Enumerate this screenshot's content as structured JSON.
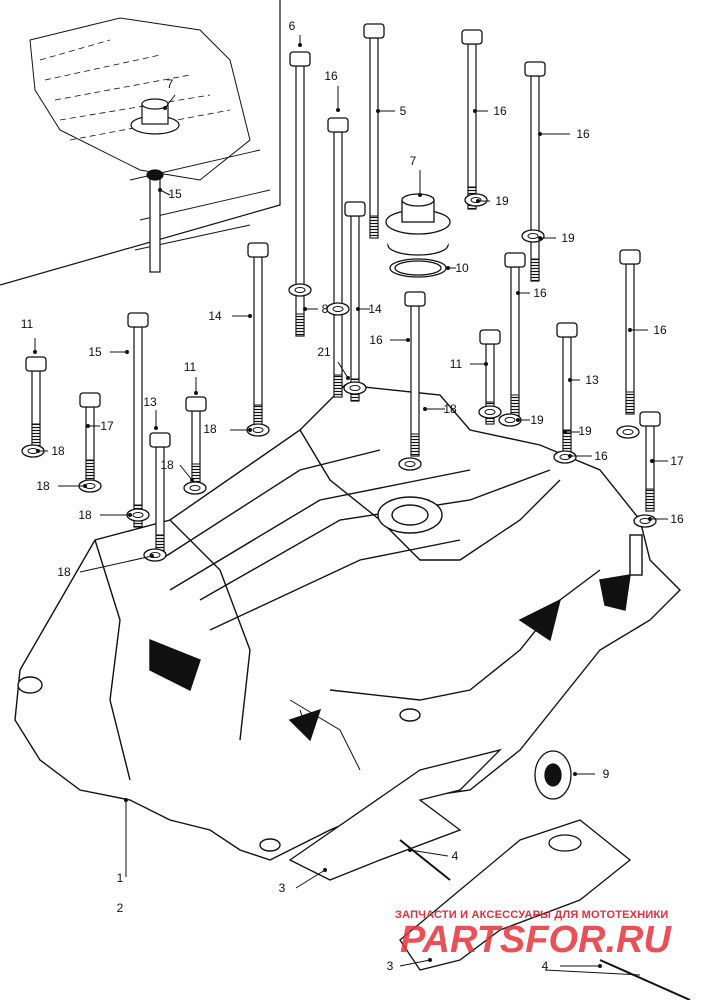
{
  "callouts": [
    {
      "id": "c6",
      "text": "6"
    },
    {
      "id": "c16a",
      "text": "16"
    },
    {
      "id": "c5",
      "text": "5"
    },
    {
      "id": "c16b",
      "text": "16"
    },
    {
      "id": "c16c",
      "text": "16"
    },
    {
      "id": "c7a",
      "text": "7"
    },
    {
      "id": "c7b",
      "text": "7"
    },
    {
      "id": "c15a",
      "text": "15"
    },
    {
      "id": "c19a",
      "text": "19"
    },
    {
      "id": "c19b",
      "text": "19"
    },
    {
      "id": "c10",
      "text": "10"
    },
    {
      "id": "c8",
      "text": "8"
    },
    {
      "id": "c14a",
      "text": "14"
    },
    {
      "id": "c14b",
      "text": "14"
    },
    {
      "id": "c16d",
      "text": "16"
    },
    {
      "id": "c16e",
      "text": "16"
    },
    {
      "id": "c16f",
      "text": "16"
    },
    {
      "id": "c11a",
      "text": "11"
    },
    {
      "id": "c15b",
      "text": "15"
    },
    {
      "id": "c11b",
      "text": "11"
    },
    {
      "id": "c21",
      "text": "21"
    },
    {
      "id": "c11c",
      "text": "11"
    },
    {
      "id": "c13a",
      "text": "13"
    },
    {
      "id": "c17a",
      "text": "17"
    },
    {
      "id": "c13b",
      "text": "13"
    },
    {
      "id": "c18a",
      "text": "18"
    },
    {
      "id": "c18b",
      "text": "18"
    },
    {
      "id": "c18c",
      "text": "18"
    },
    {
      "id": "c19c",
      "text": "19"
    },
    {
      "id": "c19d",
      "text": "19"
    },
    {
      "id": "c16g",
      "text": "16"
    },
    {
      "id": "c18d",
      "text": "18"
    },
    {
      "id": "c18e",
      "text": "18"
    },
    {
      "id": "c17b",
      "text": "17"
    },
    {
      "id": "c18f",
      "text": "18"
    },
    {
      "id": "c16h",
      "text": "16"
    },
    {
      "id": "c18g",
      "text": "18"
    },
    {
      "id": "c9",
      "text": "9"
    },
    {
      "id": "c4a",
      "text": "4"
    },
    {
      "id": "c1",
      "text": "1"
    },
    {
      "id": "c2",
      "text": "2"
    },
    {
      "id": "c3a",
      "text": "3"
    },
    {
      "id": "c3b",
      "text": "3"
    },
    {
      "id": "c4b",
      "text": "4"
    }
  ],
  "watermark": {
    "tagline": "ЗАПЧАСТИ И АКСЕССУАРЫ ДЛЯ МОТОТЕХНИКИ",
    "logo": "PARTSFOR.RU",
    "color": "#e8323c"
  },
  "colors": {
    "ink": "#111111",
    "paper": "#ffffff"
  }
}
